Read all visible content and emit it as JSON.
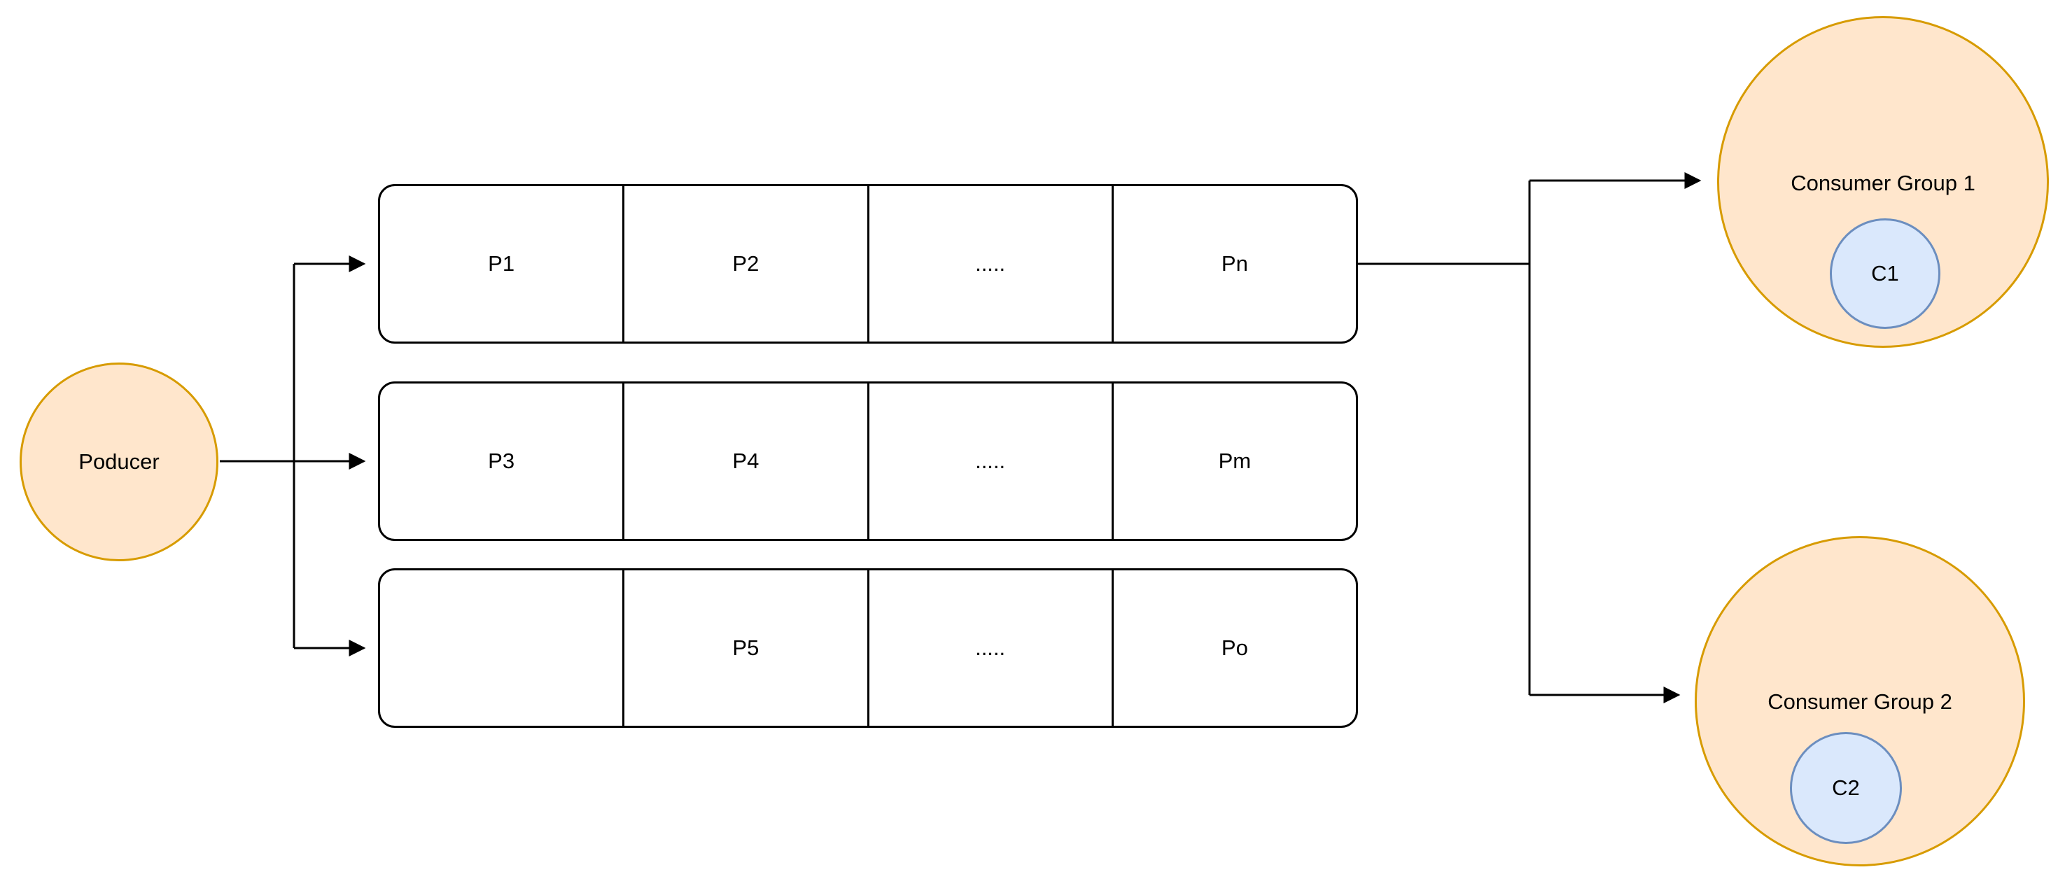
{
  "diagram": {
    "producer": {
      "label": "Poducer"
    },
    "rows": [
      {
        "cells": [
          "P1",
          "P2",
          ".....",
          "Pn"
        ]
      },
      {
        "cells": [
          "P3",
          "P4",
          ".....",
          "Pm"
        ]
      },
      {
        "cells": [
          "",
          "P5",
          ".....",
          "Po"
        ]
      }
    ],
    "consumer_groups": [
      {
        "label": "Consumer Group 1",
        "consumer": "C1"
      },
      {
        "label": "Consumer Group 2",
        "consumer": "C2"
      }
    ],
    "colors": {
      "node_fill": "#ffe6cc",
      "node_stroke": "#d79b00",
      "consumer_fill": "#dae8fc",
      "consumer_stroke": "#6c8ebf",
      "line_color": "#000000"
    }
  }
}
